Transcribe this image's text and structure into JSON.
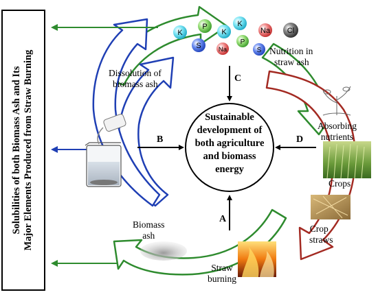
{
  "side_title_line1": "Solubilities of both Biomass Ash and Its",
  "side_title_line2": "Major Elements Produced from Straw Burning",
  "center_line1": "Sustainable",
  "center_line2": "development of",
  "center_line3": "both agriculture",
  "center_line4": "and biomass",
  "center_line5": "energy",
  "arrow_labels": {
    "a": "A",
    "b": "B",
    "c": "C",
    "d": "D"
  },
  "dissolution_line1": "Dissolution of",
  "dissolution_line2": "biomass ash",
  "nutrition_line1": "Nutrition in",
  "nutrition_line2": "straw ash",
  "absorbing_line1": "Absorbing",
  "absorbing_line2": "nutrients",
  "crops": "Crops",
  "crop_straws_line1": "Crop",
  "crop_straws_line2": "straws",
  "straw_burning_line1": "Straw",
  "straw_burning_line2": "burning",
  "biomass_ash_line1": "Biomass",
  "biomass_ash_line2": "ash",
  "elements": [
    "K",
    "P",
    "K",
    "K",
    "Na",
    "Cl",
    "S",
    "Na",
    "P",
    "S"
  ],
  "colors": {
    "green": "#2e8b2e",
    "blue": "#1f3fb4",
    "red": "#a32a22"
  }
}
